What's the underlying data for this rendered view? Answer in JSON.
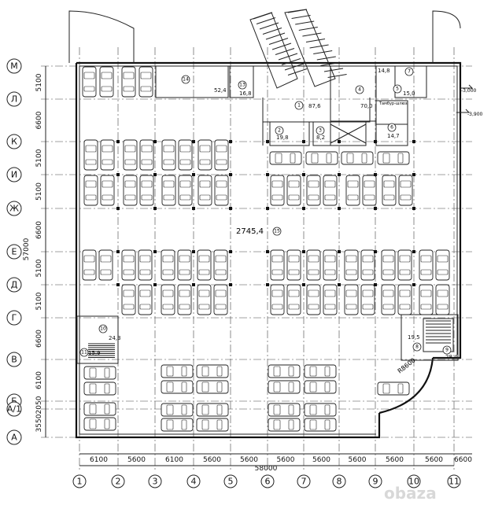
{
  "plan": {
    "total_area": "2745,4",
    "main_hall_number": "15",
    "overall_width_dim": "58000",
    "overall_height_dim": "57000",
    "level_marks": [
      "-3,000",
      "-3,900"
    ],
    "ramp_radius": "R8600",
    "stair_label": "Тамбур-шлюз"
  },
  "row_axes": [
    {
      "label": "М",
      "span_after": "5100"
    },
    {
      "label": "Л",
      "span_after": "6600"
    },
    {
      "label": "К",
      "span_after": "5100"
    },
    {
      "label": "И",
      "span_after": "5100"
    },
    {
      "label": "Ж",
      "span_after": "6600"
    },
    {
      "label": "Е",
      "span_after": "5100"
    },
    {
      "label": "Д",
      "span_after": "5100"
    },
    {
      "label": "Г",
      "span_after": "6600"
    },
    {
      "label": "В",
      "span_after": "6100"
    },
    {
      "label": "Б",
      "span_after": "2050"
    },
    {
      "label": "А/1",
      "span_after": "3550"
    },
    {
      "label": "А",
      "span_after": ""
    }
  ],
  "col_axes": [
    "1",
    "2",
    "3",
    "4",
    "5",
    "6",
    "7",
    "8",
    "9",
    "10",
    "11"
  ],
  "col_spans": [
    "6100",
    "5600",
    "6100",
    "5600",
    "5600",
    "5600",
    "5600",
    "5600",
    "5600",
    "5600",
    "6600"
  ],
  "rooms": [
    {
      "num": "14",
      "area": "52,4"
    },
    {
      "num": "13",
      "area": "16,8"
    },
    {
      "num": "1",
      "area": "87,6"
    },
    {
      "num": "2",
      "area": "19,8"
    },
    {
      "num": "3",
      "area": "8,2"
    },
    {
      "num": "4",
      "area": "70,0"
    },
    {
      "num": "5",
      "area": "15,0"
    },
    {
      "num": "6",
      "area": "14,7"
    },
    {
      "num": "7",
      "area": "14,8"
    },
    {
      "num": "8",
      "area": "19,5"
    },
    {
      "num": "9",
      "area": "28,4"
    },
    {
      "num": "10",
      "area": "24,3"
    },
    {
      "num": "11",
      "area": "15,9"
    }
  ],
  "watermark": "obaza"
}
